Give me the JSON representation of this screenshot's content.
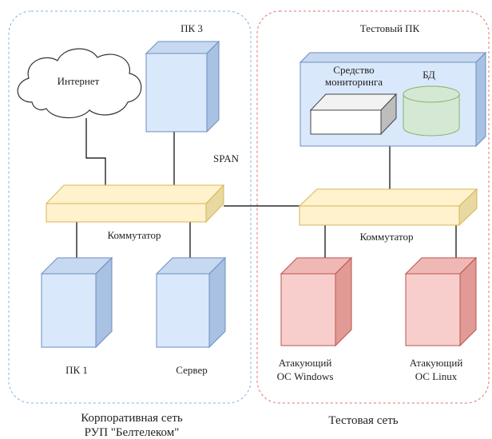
{
  "zones": {
    "corporate": {
      "caption_line1": "Корпоративная сеть",
      "caption_line2": "РУП \"Белтелеком\"",
      "border_color": "#7fb0e0"
    },
    "test": {
      "caption": "Тестовая сеть",
      "border_color": "#e07070"
    }
  },
  "nodes": {
    "internet": "Интернет",
    "pc3": "ПК 3",
    "span": "SPAN",
    "switch_left": "Коммутатор",
    "switch_right": "Коммутатор",
    "pc1": "ПК 1",
    "server": "Сервер",
    "test_pc": "Тестовый ПК",
    "monitoring_line1": "Средство",
    "monitoring_line2": "мониторинга",
    "db": "БД",
    "attacker_win_line1": "Атакующий",
    "attacker_win_line2": "ОС Windows",
    "attacker_linux_line1": "Атакующий",
    "attacker_linux_line2": "ОС Linux"
  },
  "colors": {
    "pc_fill": "#dae8fc",
    "pc_stroke": "#6c8ebf",
    "switch_fill": "#fff2cc",
    "switch_stroke": "#d6b656",
    "attacker_fill": "#f8cecc",
    "attacker_stroke": "#b85450",
    "db_fill": "#d5e8d4",
    "db_stroke": "#82b366",
    "line": "#000000"
  }
}
